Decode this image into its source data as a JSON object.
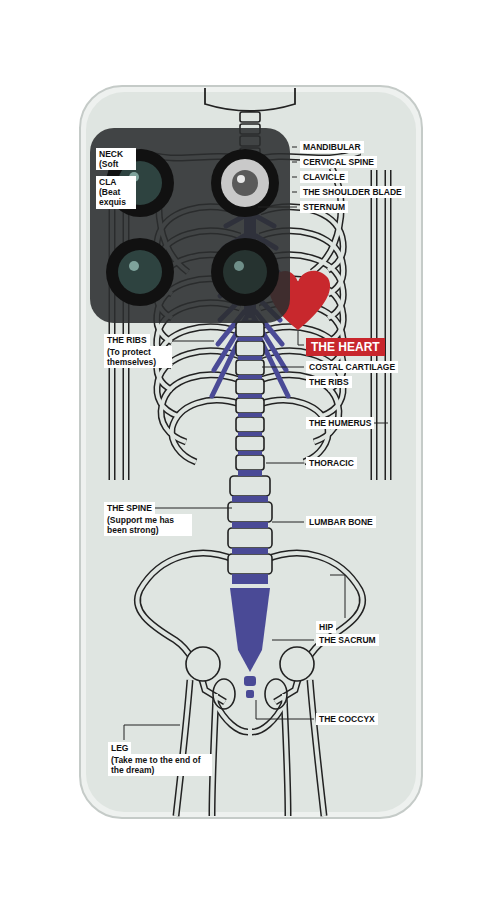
{
  "diagram": {
    "labels": [
      "NECK (Soft",
      "MANDIBULAR",
      "CERVICAL SPINE",
      "CLA (Beat exquis",
      "CLAVICLE",
      "THE SHOULDER BLADE",
      "STERNUM",
      "THE RIBS",
      "(To protect themselves)",
      "THE HEART",
      "COSTAL CARTILAGE",
      "THE RIBS",
      "THE HUMERUS",
      "THORACIC",
      "THE SPINE",
      "(Support me has been strong)",
      "LUMBAR BONE",
      "HIP",
      "THE SACRUM",
      "THE COCCYX",
      "LEG",
      "(Take me to the end of the dream)"
    ]
  }
}
